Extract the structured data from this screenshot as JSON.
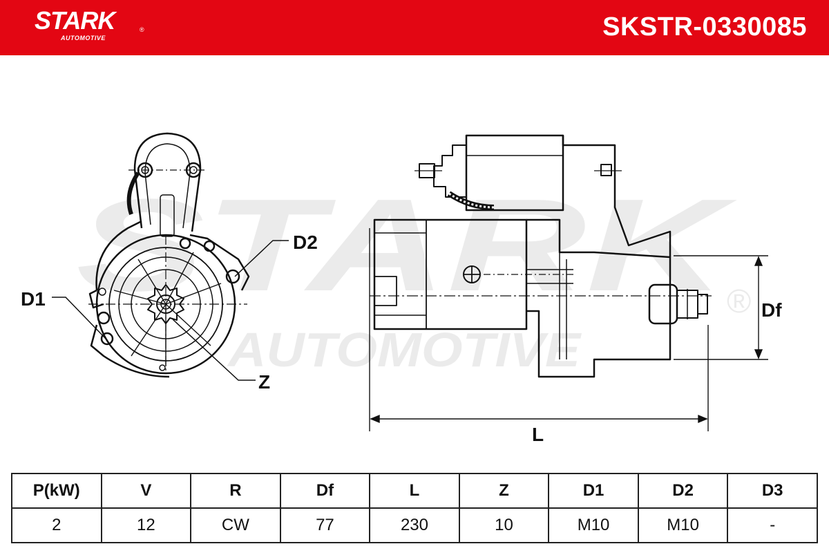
{
  "header": {
    "brand": "STARK",
    "brand_sub": "AUTOMOTIVE",
    "reg_mark": "®",
    "part_number": "SKSTR-0330085",
    "color": "#e30613"
  },
  "watermark": {
    "line1": "STARK",
    "line2": "AUTOMOTIVE",
    "reg_mark": "®"
  },
  "diagram": {
    "labels": {
      "d1": "D1",
      "d2": "D2",
      "z": "Z",
      "df": "Df",
      "l": "L"
    }
  },
  "specs": {
    "headers": [
      "P(kW)",
      "V",
      "R",
      "Df",
      "L",
      "Z",
      "D1",
      "D2",
      "D3"
    ],
    "values": [
      "2",
      "12",
      "CW",
      "77",
      "230",
      "10",
      "M10",
      "M10",
      "-"
    ]
  }
}
